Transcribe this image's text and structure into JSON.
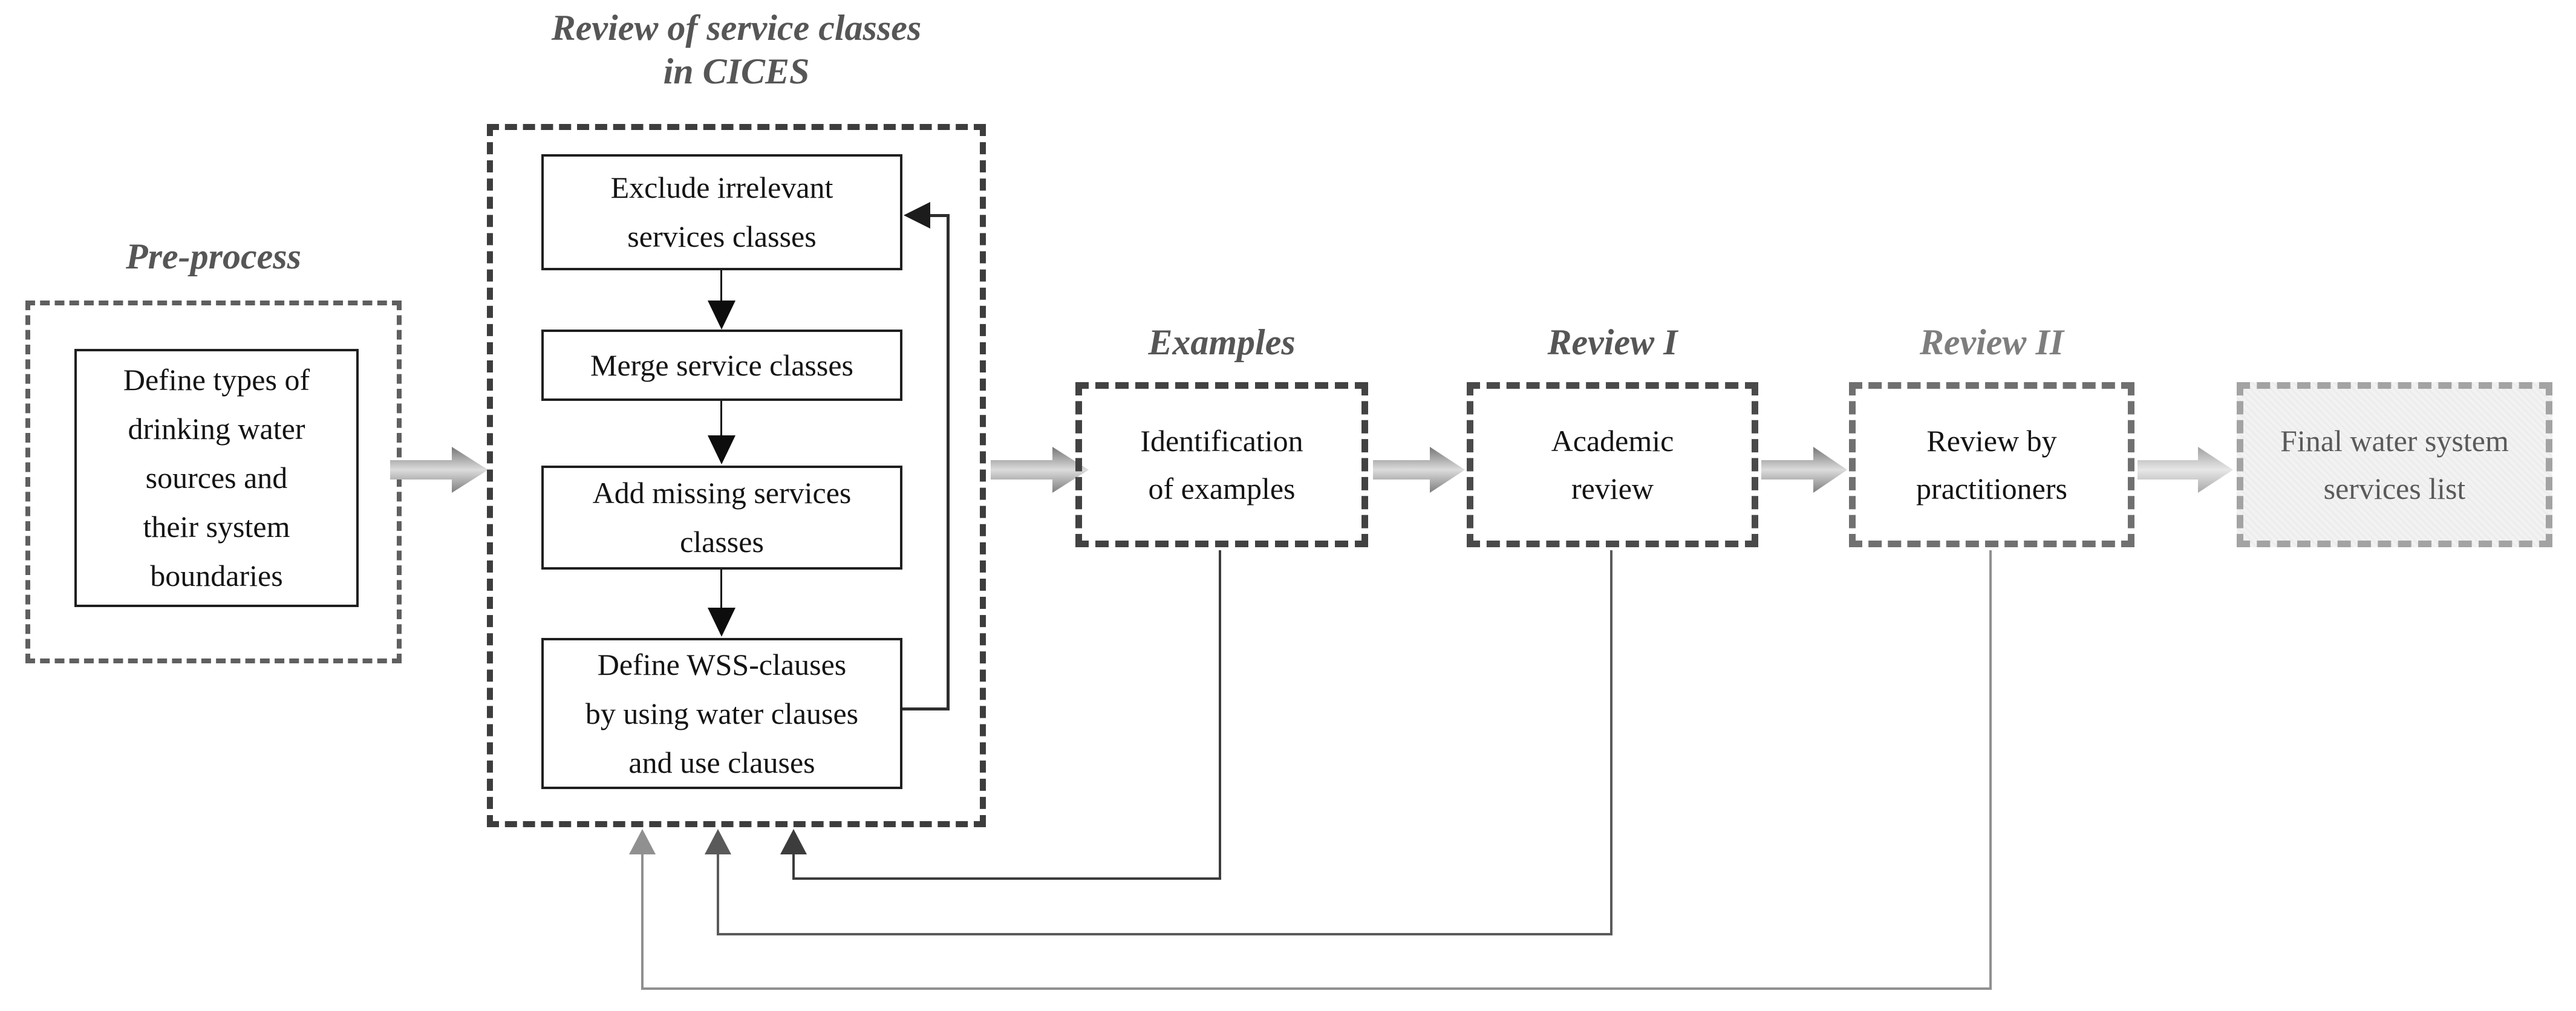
{
  "preprocess": {
    "label": "Pre-process",
    "box": "Define types of\ndrinking water\nsources and\ntheir system\nboundaries"
  },
  "cices": {
    "label": "Review of service classes\nin CICES",
    "steps": [
      "Exclude irrelevant\nservices classes",
      "Merge service classes",
      "Add missing services\nclasses",
      "Define WSS-clauses\nby using water clauses\nand use clauses"
    ]
  },
  "examples": {
    "label": "Examples",
    "box": "Identification\nof examples"
  },
  "review1": {
    "label": "Review I",
    "box": "Academic\nreview"
  },
  "review2": {
    "label": "Review II",
    "box": "Review by\npractitioners"
  },
  "final": {
    "box": "Final water system\nservices list"
  },
  "colors": {
    "dash_pre": "#5f5f5f",
    "dash_dark": "#3d3d3d",
    "dash_ex": "#424242",
    "dash_r1": "#4a4a4a",
    "dash_r2": "#707070",
    "dash_final": "#a3a3a3",
    "label_gray": "#565656",
    "label_light": "#7e7e7e",
    "text_dark": "#141414",
    "text_final": "#5a5a5a",
    "line_black": "#1f1f1f",
    "fb_dark": "#3c3c3c",
    "fb_medium": "#5a5a5a",
    "fb_light": "#909090",
    "grad_edge": "#757575",
    "grad_center": "#dcdcdc",
    "grad_edge2": "#7d7d7d",
    "gradl_edge": "#a0a0a0",
    "gradl_center": "#e7e7e7",
    "gradl_edge2": "#a8a8a8",
    "final_fill": "#f2f2f2"
  }
}
